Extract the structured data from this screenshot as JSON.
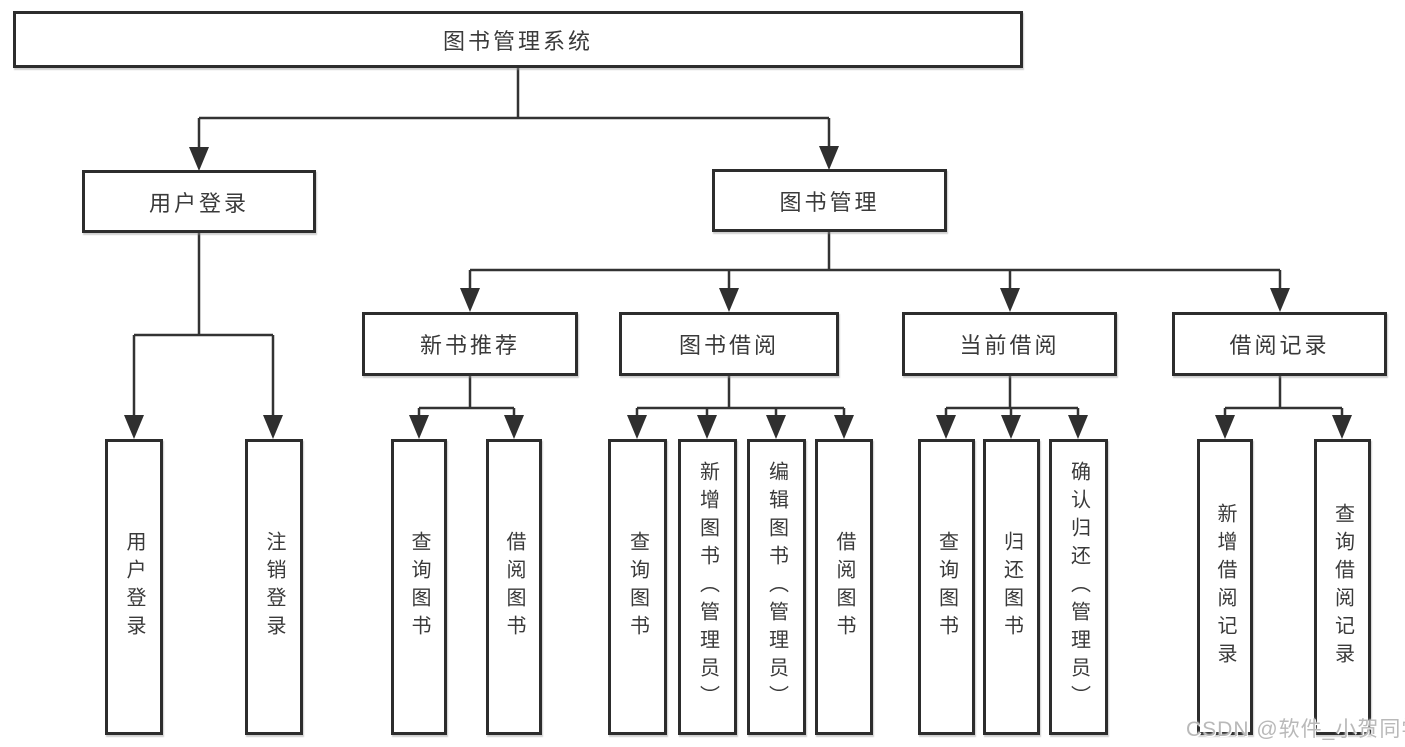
{
  "diagram_title": "图书管理系统",
  "tree": {
    "label": "图书管理系统",
    "children": [
      {
        "label": "用户登录",
        "children": [
          {
            "label": "用户登录"
          },
          {
            "label": "注销登录"
          }
        ]
      },
      {
        "label": "图书管理",
        "children": [
          {
            "label": "新书推荐",
            "children": [
              {
                "label": "查询图书"
              },
              {
                "label": "借阅图书"
              }
            ]
          },
          {
            "label": "图书借阅",
            "children": [
              {
                "label": "查询图书"
              },
              {
                "label": "新增图书（管理员）"
              },
              {
                "label": "编辑图书（管理员）"
              },
              {
                "label": "借阅图书"
              }
            ]
          },
          {
            "label": "当前借阅",
            "children": [
              {
                "label": "查询图书"
              },
              {
                "label": "归还图书"
              },
              {
                "label": "确认归还（管理员）"
              }
            ]
          },
          {
            "label": "借阅记录",
            "children": [
              {
                "label": "新增借阅记录"
              },
              {
                "label": "查询借阅记录"
              }
            ]
          }
        ]
      }
    ]
  },
  "watermark": {
    "text": "CSDN @软件_小贺同学"
  },
  "colors": {
    "line": "#333333",
    "box_border": "#2d2d2d",
    "text": "#3a3a3a",
    "watermark": "#b9b9b9",
    "background": "#ffffff"
  }
}
